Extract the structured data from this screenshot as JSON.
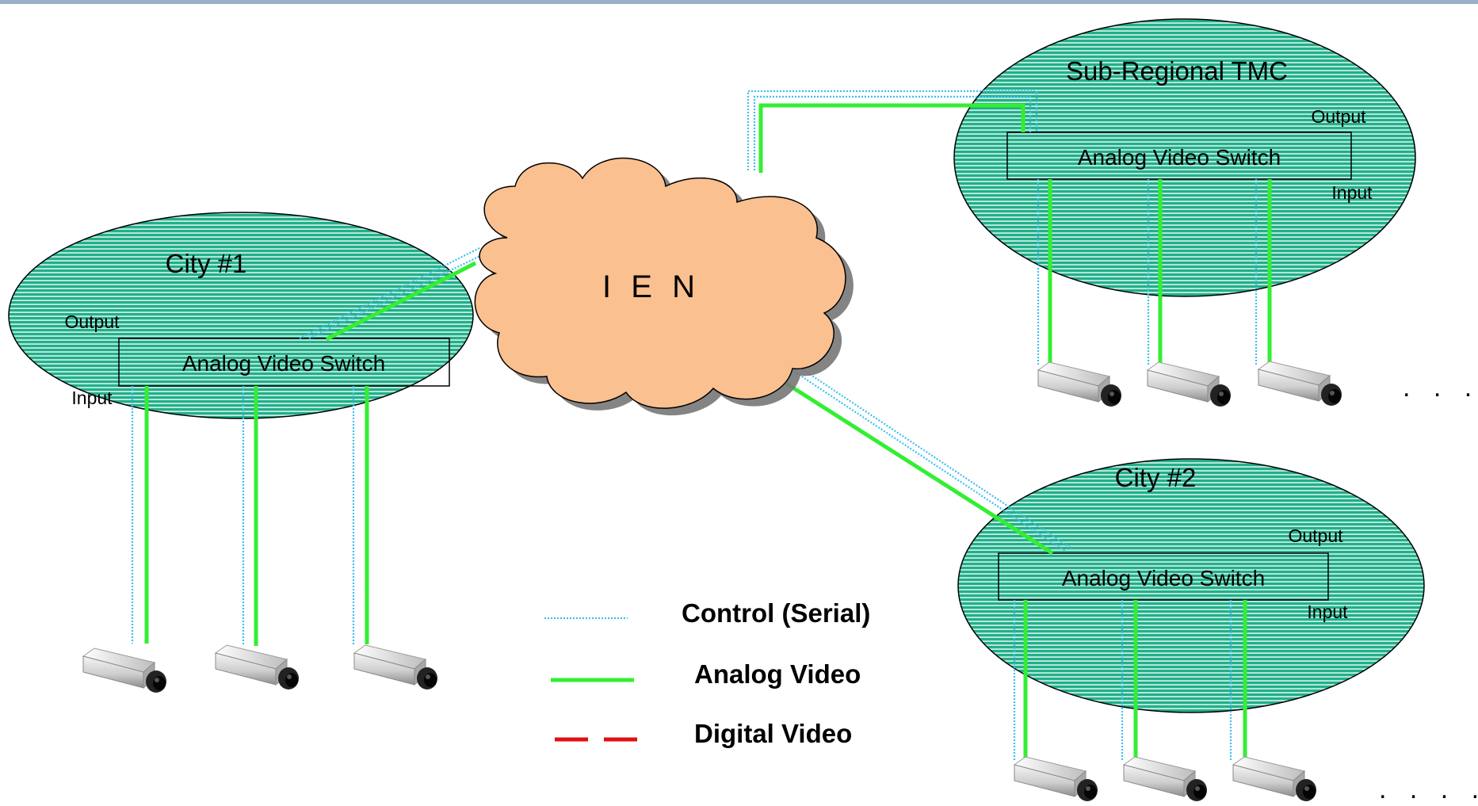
{
  "regions": {
    "city1": {
      "name": "City #1",
      "switch_label": "Analog Video Switch",
      "output_label": "Output",
      "input_label": "Input"
    },
    "tmc": {
      "name": "Sub-Regional TMC",
      "switch_label": "Analog Video Switch",
      "output_label": "Output",
      "input_label": "Input"
    },
    "city2": {
      "name": "City #2",
      "switch_label": "Analog Video Switch",
      "output_label": "Output",
      "input_label": "Input"
    }
  },
  "network": {
    "label": "I E N"
  },
  "more_indicator": ". . . .",
  "legend": [
    {
      "label": "Control (Serial)",
      "color": "#3cc0f0",
      "style": "dotted"
    },
    {
      "label": "Analog Video",
      "color": "#33ee33",
      "style": "solid"
    },
    {
      "label": "Digital Video",
      "color": "#e01010",
      "style": "dashed"
    }
  ],
  "colors": {
    "region_fill": "#20b08a",
    "region_stripe": "#ffffff",
    "cloud_fill": "#fbc08f",
    "top_border": "#9ab0c8"
  },
  "icons": {
    "camera": "camera-icon"
  }
}
